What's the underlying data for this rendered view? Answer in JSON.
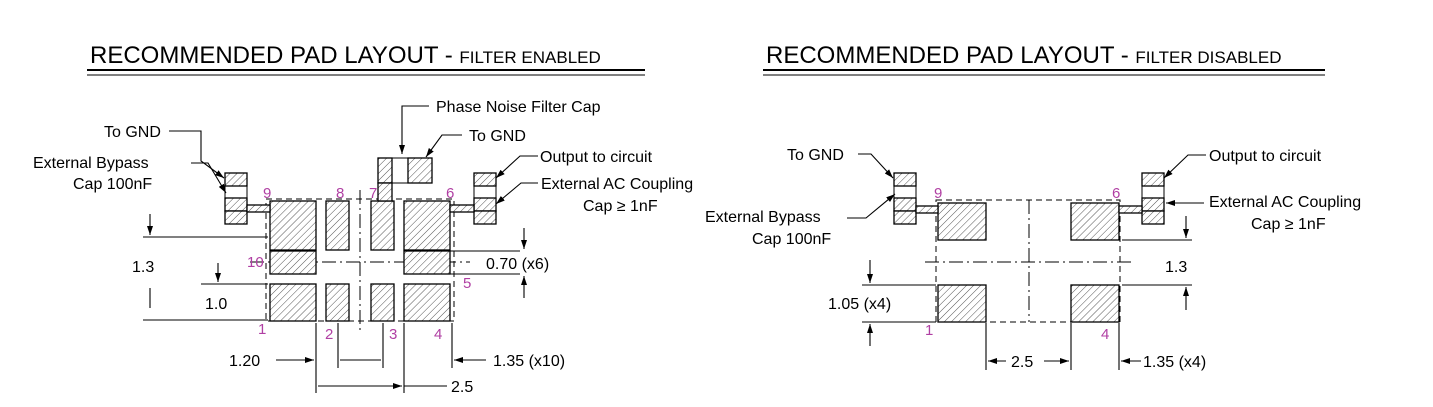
{
  "left": {
    "title_main": "RECOMMENDED PAD LAYOUT - ",
    "title_sub": "FILTER ENABLED",
    "callouts": {
      "to_gnd_left": "To GND",
      "ext_bypass_1": "External Bypass",
      "ext_bypass_2": "Cap 100nF",
      "phase_noise": "Phase Noise Filter Cap",
      "to_gnd_right": "To GND",
      "output": "Output to circuit",
      "ac_coupling_1": "External AC Coupling",
      "ac_coupling_2": "Cap ≥ 1nF"
    },
    "dims": {
      "d1": "1.3",
      "d2": "1.0",
      "d3": "0.70 (x6)",
      "d4": "1.20",
      "d5": "1.35 (x10)",
      "d6": "2.5"
    },
    "pins": [
      "1",
      "2",
      "3",
      "4",
      "5",
      "6",
      "7",
      "8",
      "9",
      "10"
    ]
  },
  "right": {
    "title_main": "RECOMMENDED PAD LAYOUT - ",
    "title_sub": "FILTER DISABLED",
    "callouts": {
      "to_gnd": "To GND",
      "ext_bypass_1": "External Bypass",
      "ext_bypass_2": "Cap 100nF",
      "output": "Output to circuit",
      "ac_coupling_1": "External AC Coupling",
      "ac_coupling_2": "Cap ≥ 1nF"
    },
    "dims": {
      "d1": "1.3",
      "d2": "1.05 (x4)",
      "d3": "2.5",
      "d4": "1.35 (x4)"
    },
    "pins": [
      "1",
      "4",
      "6",
      "9"
    ]
  }
}
